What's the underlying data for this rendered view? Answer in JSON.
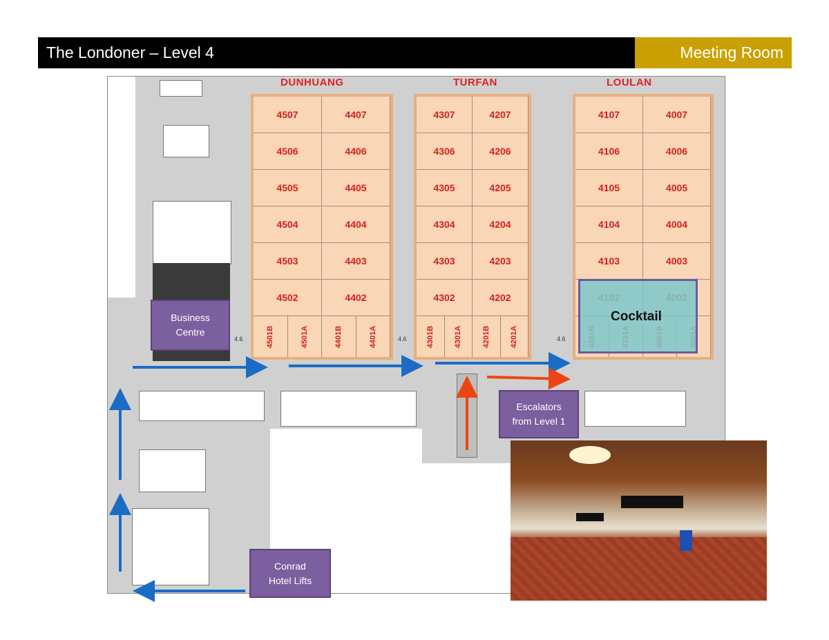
{
  "header": {
    "title": "The Londoner – Level 4",
    "tag": "Meeting Room"
  },
  "sections": {
    "dunhuang": "DUNHUANG",
    "turfan": "TURFAN",
    "loulan": "LOULAN"
  },
  "rooms": {
    "dunhuang": [
      [
        "4507",
        "4407"
      ],
      [
        "4506",
        "4406"
      ],
      [
        "4505",
        "4405"
      ],
      [
        "4504",
        "4404"
      ],
      [
        "4503",
        "4403"
      ],
      [
        "4502",
        "4402"
      ]
    ],
    "dunhuang_sub": [
      "4501B",
      "4501A",
      "4401B",
      "4401A"
    ],
    "turfan": [
      [
        "4307",
        "4207"
      ],
      [
        "4306",
        "4206"
      ],
      [
        "4305",
        "4205"
      ],
      [
        "4304",
        "4204"
      ],
      [
        "4303",
        "4203"
      ],
      [
        "4302",
        "4202"
      ]
    ],
    "turfan_sub": [
      "4301B",
      "4301A",
      "4201B",
      "4201A"
    ],
    "loulan": [
      [
        "4107",
        "4007"
      ],
      [
        "4106",
        "4006"
      ],
      [
        "4105",
        "4005"
      ],
      [
        "4104",
        "4004"
      ],
      [
        "4103",
        "4003"
      ],
      [
        "4102",
        "4002"
      ]
    ],
    "loulan_sub": [
      "4101B",
      "4101A",
      "4001B",
      "4001A"
    ]
  },
  "width_marks": [
    "4.6",
    "4.6",
    "4.6"
  ],
  "labels": {
    "cocktail": "Cocktail",
    "business_centre": [
      "Business",
      "Centre"
    ],
    "escalators": [
      "Escalators",
      "from Level 1"
    ],
    "conrad_lifts": [
      "Conrad",
      "Hotel Lifts"
    ]
  },
  "colors": {
    "route_blue": "#1b6cc4",
    "route_red": "#ec4514",
    "header_gold": "#c9a104",
    "label_purple": "#7c5f9e"
  }
}
